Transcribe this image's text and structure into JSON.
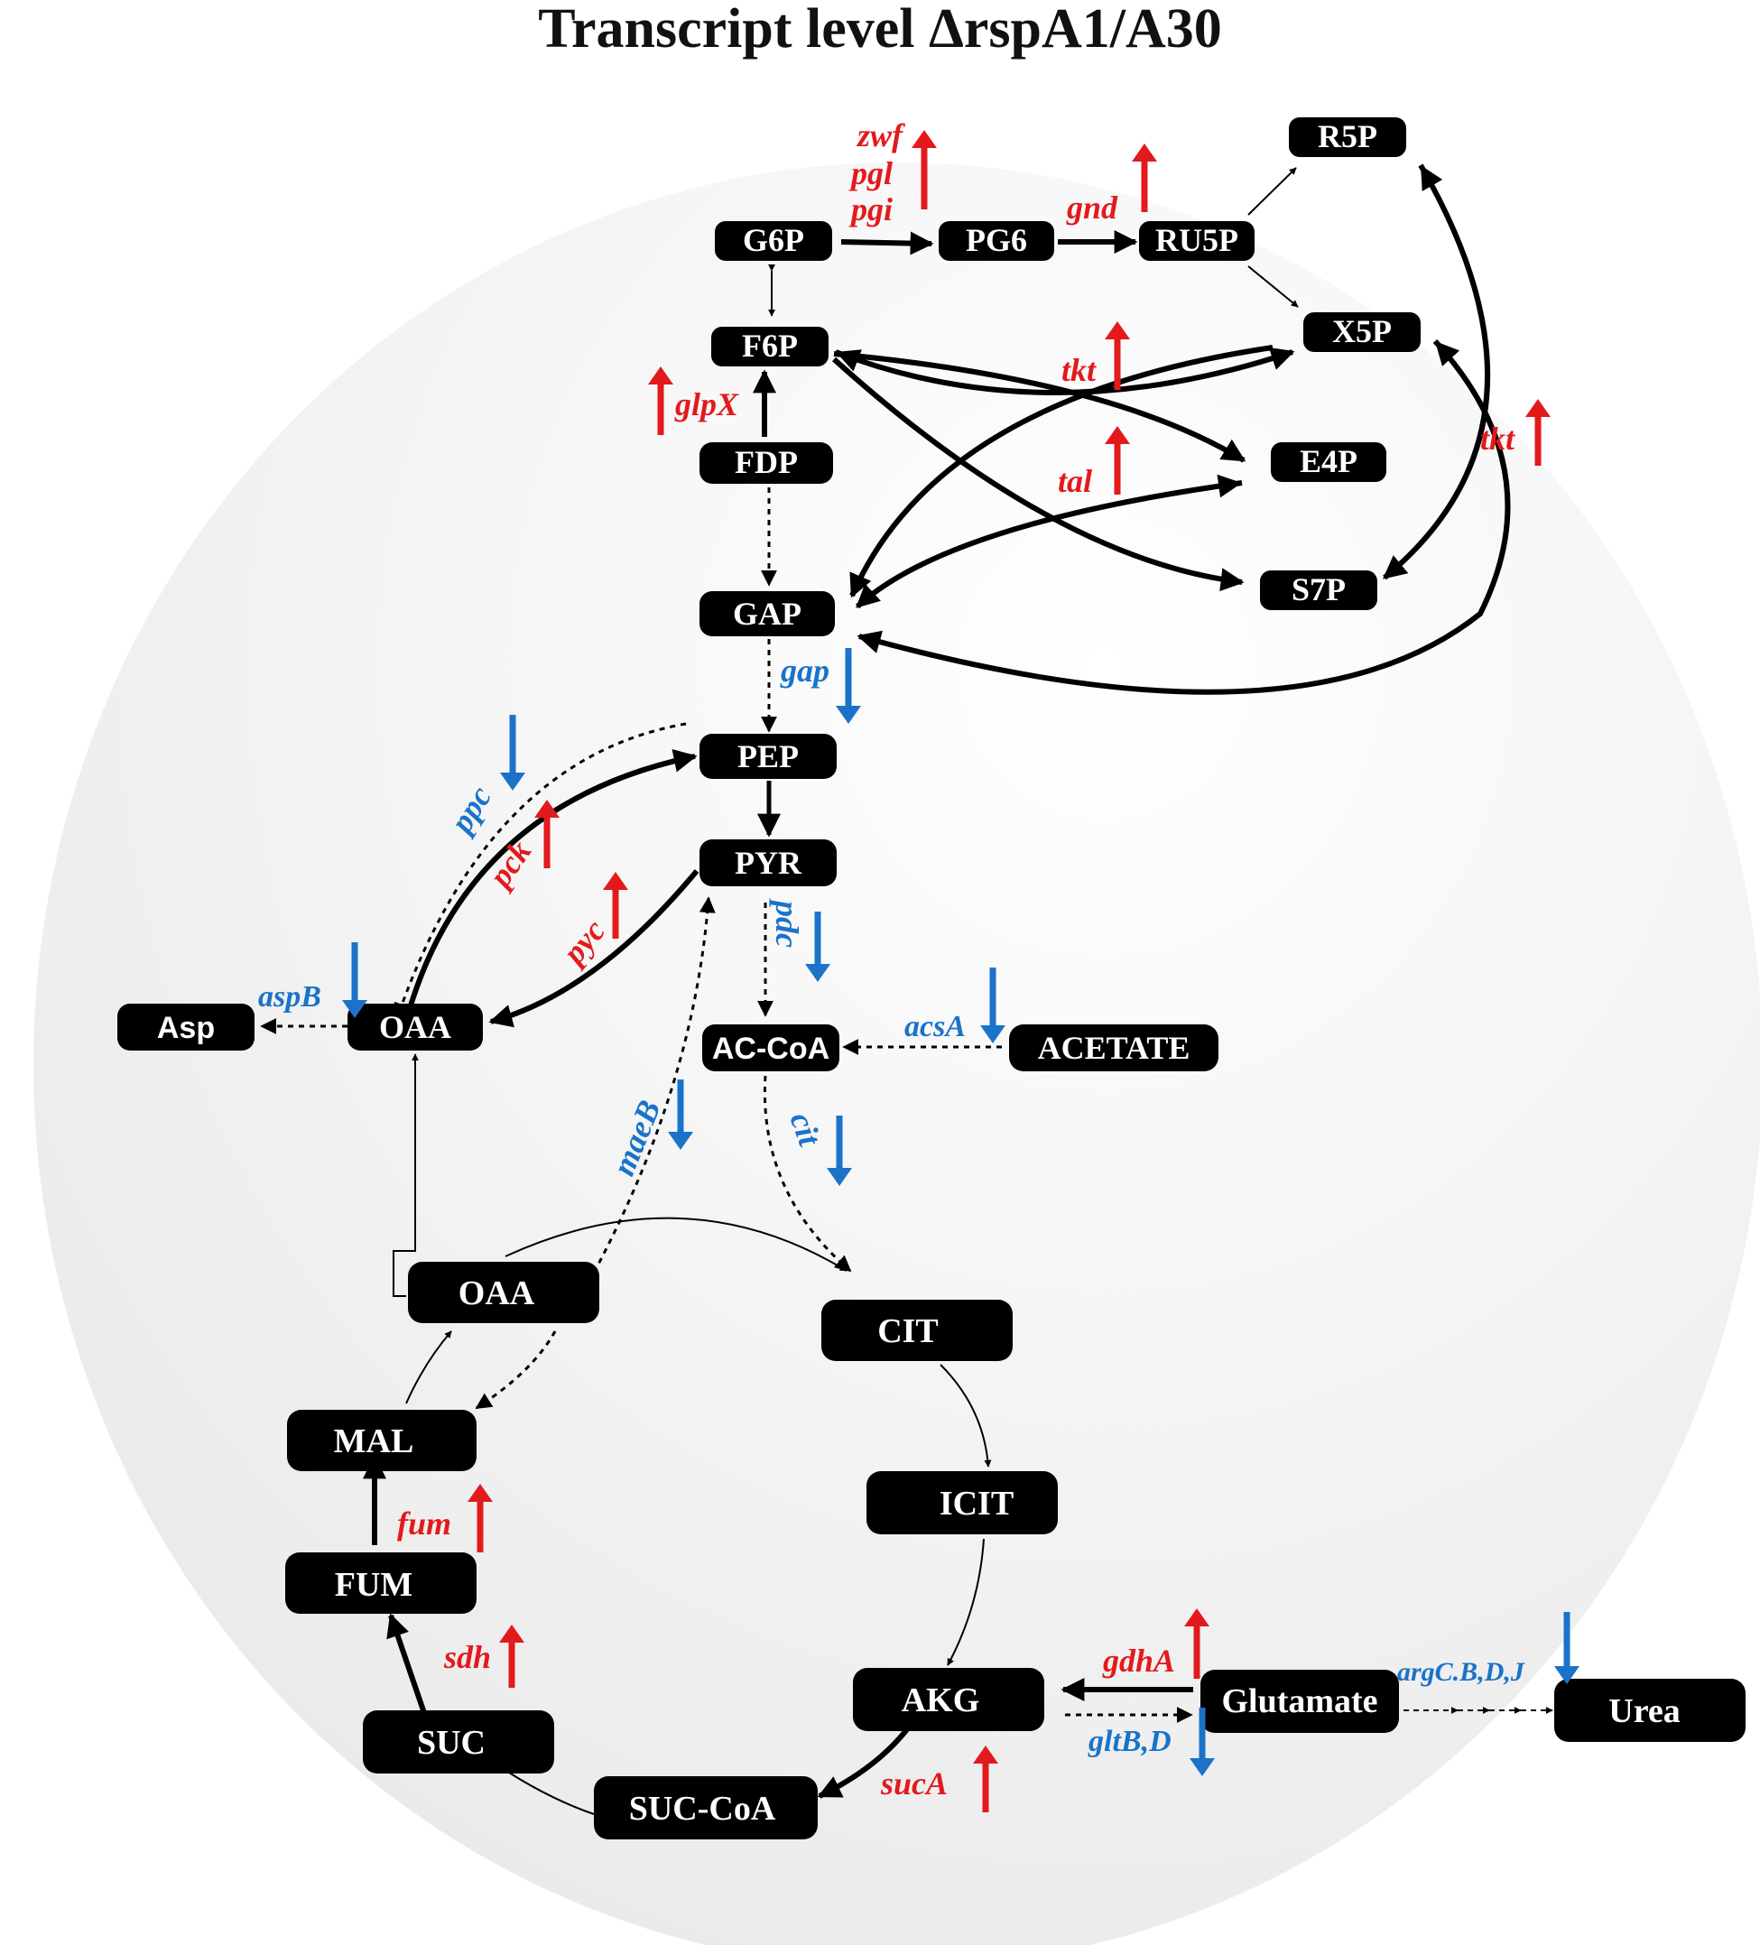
{
  "title": "Transcript level  ΔrspA1/A30",
  "colors": {
    "up": "#e31a1c",
    "down": "#1a73c9",
    "node_fill": "#000000",
    "node_text": "#ffffff",
    "cell_background": "#f2f2f2"
  },
  "nodes": {
    "g6p": "G6P",
    "pg6": "PG6",
    "ru5p": "RU5P",
    "r5p": "R5P",
    "x5p": "X5P",
    "f6p": "F6P",
    "e4p": "E4P",
    "fdp": "FDP",
    "s7p": "S7P",
    "gap": "GAP",
    "pep": "PEP",
    "pyr": "PYR",
    "oaa_top": "OAA",
    "asp": "Asp",
    "accoa": "AC-CoA",
    "acetate": "ACETATE",
    "oaa_cycle": "OAA",
    "cit": "CIT",
    "mal": "MAL",
    "icit": "ICIT",
    "fum": "FUM",
    "akg": "AKG",
    "glutamate": "Glutamate",
    "urea": "Urea",
    "suc": "SUC",
    "succoa": "SUC-CoA"
  },
  "genes": {
    "zwf": {
      "label": "zwf",
      "regulation": "up"
    },
    "pgl": {
      "label": "pgl",
      "regulation": "up"
    },
    "pgi": {
      "label": "pgi",
      "regulation": "up"
    },
    "gnd": {
      "label": "gnd",
      "regulation": "up"
    },
    "glpX": {
      "label": "glpX",
      "regulation": "up"
    },
    "tkt1": {
      "label": "tkt",
      "regulation": "up"
    },
    "tkt2": {
      "label": "tkt",
      "regulation": "up"
    },
    "tal": {
      "label": "tal",
      "regulation": "up"
    },
    "gap": {
      "label": "gap",
      "regulation": "down"
    },
    "ppc": {
      "label": "ppc",
      "regulation": "down"
    },
    "pck": {
      "label": "pck",
      "regulation": "up"
    },
    "pyc": {
      "label": "pyc",
      "regulation": "up"
    },
    "pdc": {
      "label": "pdc",
      "regulation": "down"
    },
    "aspB": {
      "label": "aspB",
      "regulation": "down"
    },
    "acsA": {
      "label": "acsA",
      "regulation": "down"
    },
    "maeB": {
      "label": "maeB",
      "regulation": "down"
    },
    "cit": {
      "label": "cit",
      "regulation": "down"
    },
    "fum": {
      "label": "fum",
      "regulation": "up"
    },
    "sdh": {
      "label": "sdh",
      "regulation": "up"
    },
    "gdhA": {
      "label": "gdhA",
      "regulation": "up"
    },
    "gltBD": {
      "label": "gltB,D",
      "regulation": "down"
    },
    "argCBDJ": {
      "label": "argC.B,D,J",
      "regulation": "down"
    },
    "sucA": {
      "label": "sucA",
      "regulation": "up"
    }
  }
}
